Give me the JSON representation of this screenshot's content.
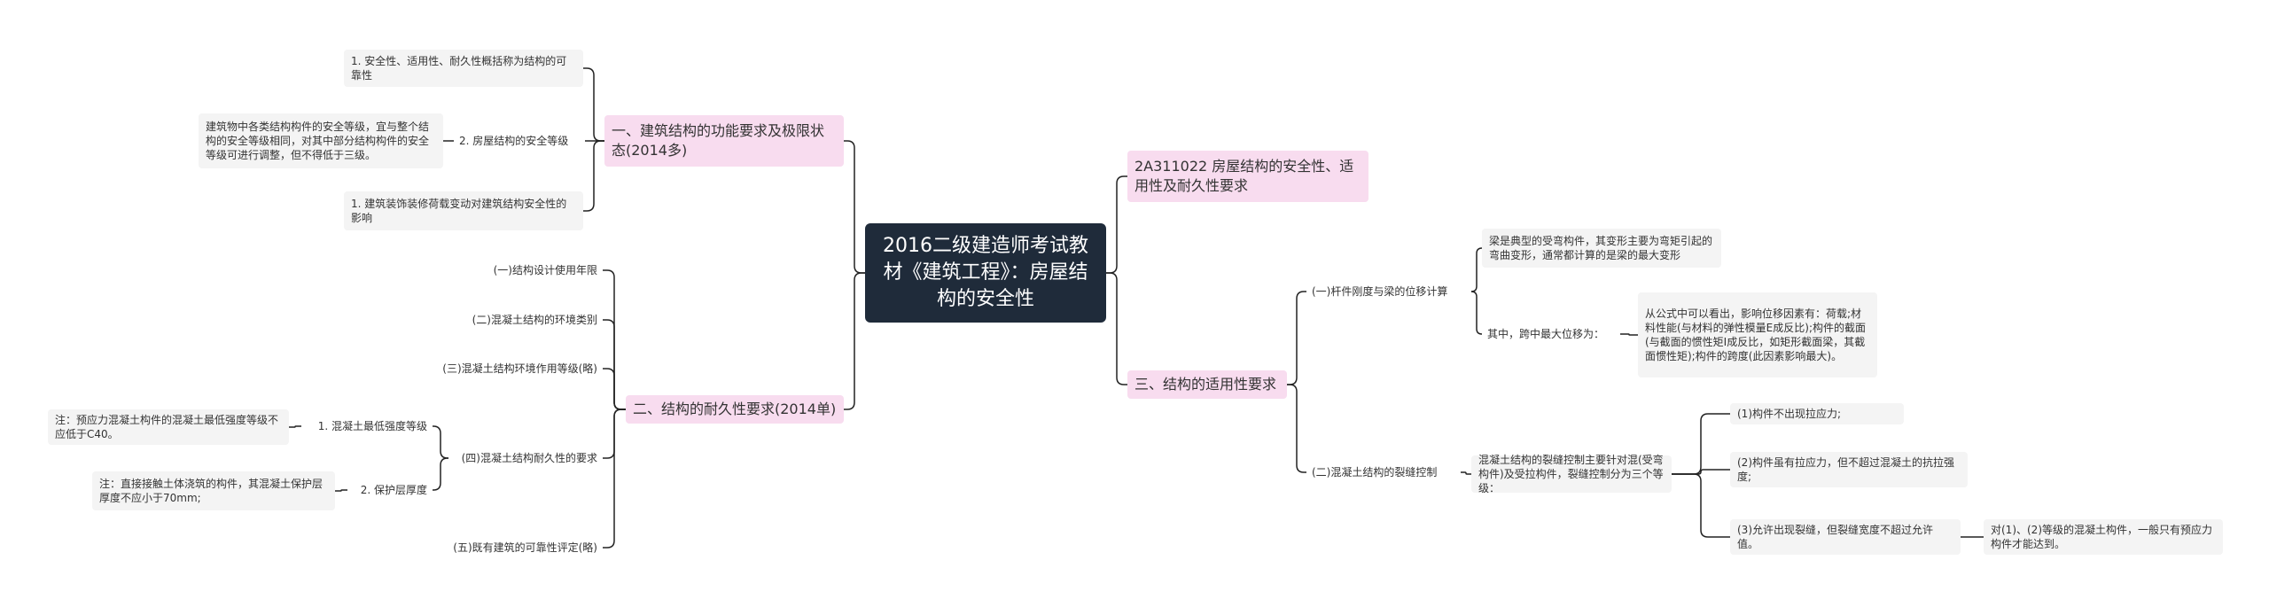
{
  "root": "2016二级建造师考试教材《建筑工程》：房屋结构的安全性",
  "left1": {
    "title": "一、建筑结构的功能要求及极限状态(2014多)",
    "c1": "1. 安全性、适用性、耐久性概括称为结构的可靠性",
    "c2": "2. 房屋结构的安全等级",
    "c2_note": "建筑物中各类结构构件的安全等级，宜与整个结构的安全等级相同，对其中部分结构构件的安全等级可进行调整，但不得低于三级。",
    "c3": "1. 建筑装饰装修荷载变动对建筑结构安全性的影响"
  },
  "left2": {
    "title": "二、结构的耐久性要求(2014单)",
    "c1": "(一)结构设计使用年限",
    "c2": "(二)混凝土结构的环境类别",
    "c3": "(三)混凝土结构环境作用等级(略)",
    "c4": "(四)混凝土结构耐久性的要求",
    "c4_1": "1. 混凝土最低强度等级",
    "c4_1_note": "注：预应力混凝土构件的混凝土最低强度等级不应低于C40。",
    "c4_2": "2. 保护层厚度",
    "c4_2_note": "注：直接接触土体浇筑的构件，其混凝土保护层厚度不应小于70mm;",
    "c5": "(五)既有建筑的可靠性评定(略)"
  },
  "right1": {
    "title": "2A311022 房屋结构的安全性、适用性及耐久性要求"
  },
  "right2": {
    "title": "三、结构的适用性要求",
    "c1": "(一)杆件刚度与梁的位移计算",
    "c1_1": "梁是典型的受弯构件，其变形主要为弯矩引起的弯曲变形，通常都计算的是梁的最大变形",
    "c1_2": "其中，跨中最大位移为：",
    "c1_2_note": "从公式中可以看出，影响位移因素有：荷载;材料性能(与材料的弹性模量E成反比);构件的截面(与截面的惯性矩I成反比，如矩形截面梁，其截面惯性矩);构件的跨度(此因素影响最大)。",
    "c2": "(二)混凝土结构的裂缝控制",
    "c2_1": "混凝土结构的裂缝控制主要针对混(受弯构件)及受拉构件，裂缝控制分为三个等级：",
    "c2_1_a": "(1)构件不出现拉应力;",
    "c2_1_b": "(2)构件虽有拉应力，但不超过混凝土的抗拉强度;",
    "c2_1_c": "(3)允许出现裂缝，但裂缝宽度不超过允许值。",
    "c2_1_c_note": "对(1)、(2)等级的混凝土构件，一般只有预应力构件才能达到。"
  },
  "colors": {
    "root_bg": "#1f2b3a",
    "l1_bg": "#f8dcef",
    "leaf_bg": "#f4f4f4",
    "line": "#222222"
  }
}
